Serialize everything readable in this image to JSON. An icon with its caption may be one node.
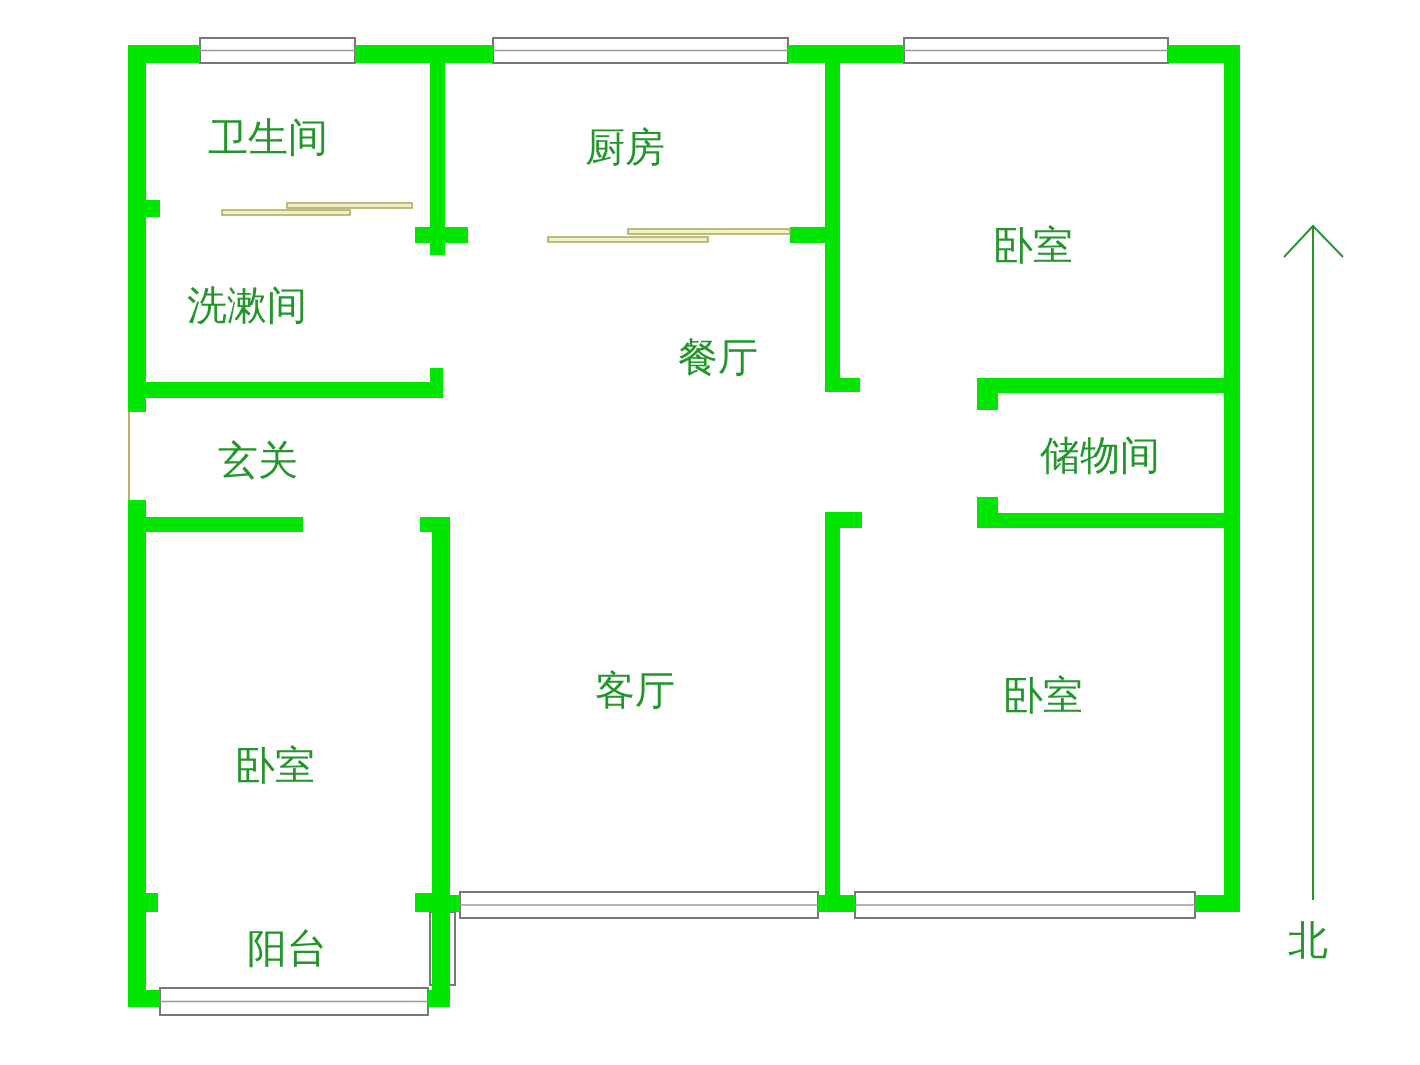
{
  "diagram": {
    "labels": [
      "卫生间",
      "厨房",
      "卧室",
      "洗漱间",
      "餐厅",
      "储物间",
      "玄关",
      "客厅",
      "卧室",
      "卧室",
      "北",
      "阳台"
    ]
  }
}
